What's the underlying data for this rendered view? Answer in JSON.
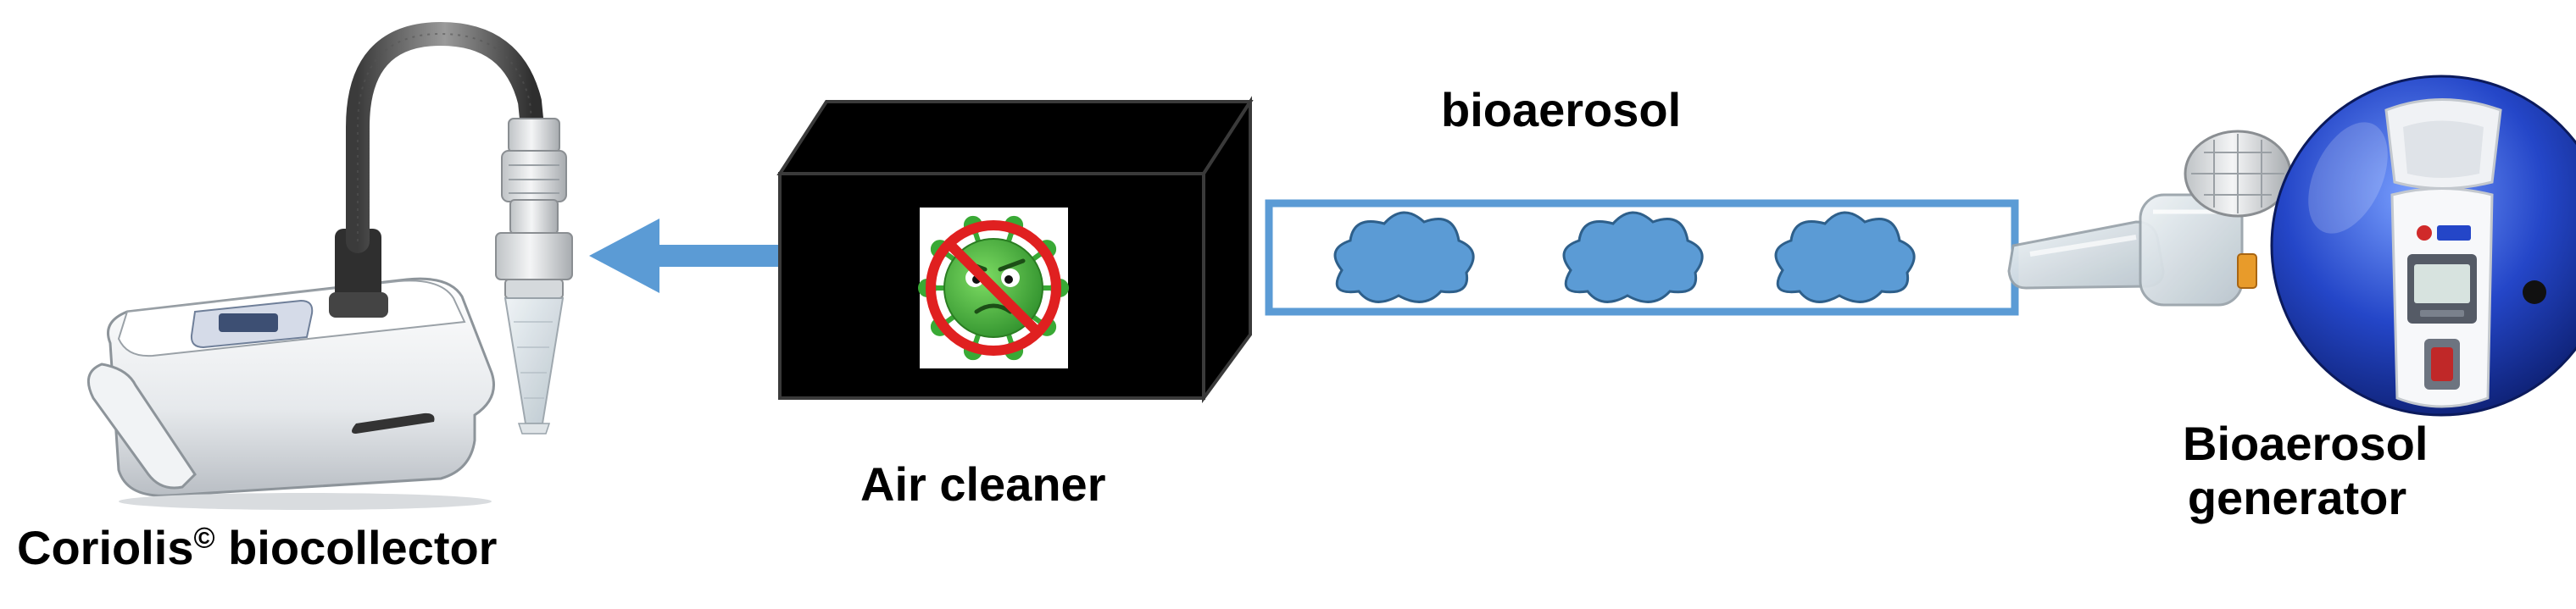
{
  "labels": {
    "bioaerosol": "bioaerosol",
    "air_cleaner": "Air cleaner",
    "collector_name": "Coriolis",
    "collector_symbol": "©",
    "collector_rest": " biocollector",
    "generator_line1": "Bioaerosol",
    "generator_line2": "generator"
  },
  "colors": {
    "arrow": "#5b9bd5",
    "tube_outline": "#5b9bd5",
    "cloud_fill": "#5b9bd5",
    "cloud_outline": "#2e5f8a",
    "box_fill": "#000000",
    "virus_body": "#39a935",
    "prohibition": "#e02020"
  },
  "icons": {
    "collector": "coriolis-biocollector-device",
    "air_cleaner": "air-cleaner-box",
    "air_cleaner_badge": "no-virus-icon",
    "generator": "nebulizer-generator-device",
    "flow_arrow": "arrow-left-icon",
    "aerosol_cloud": "cloud-icon"
  }
}
